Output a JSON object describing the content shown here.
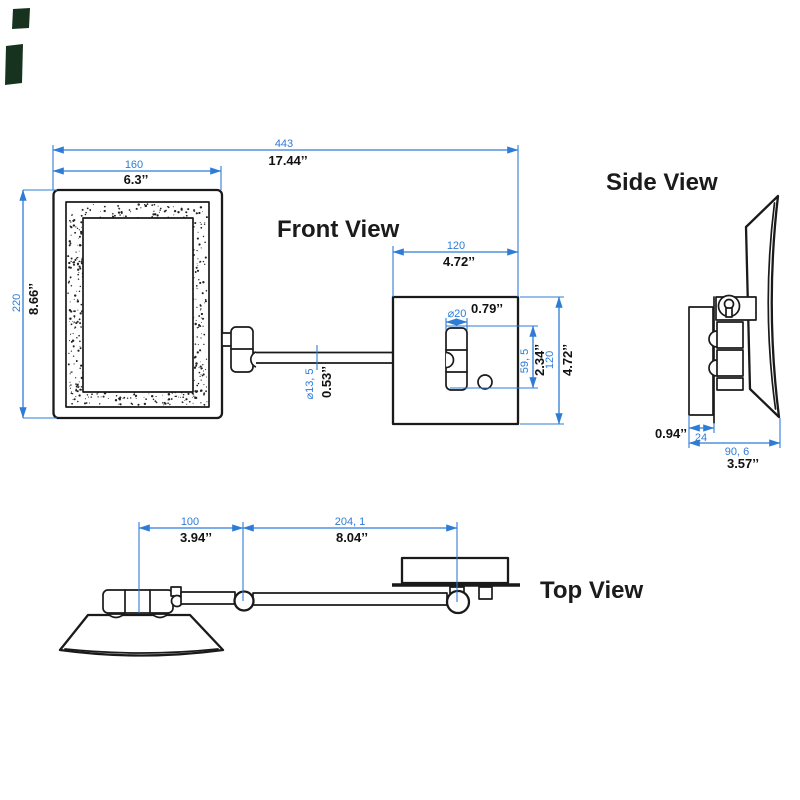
{
  "colors": {
    "dimension_blue": "#2e7cd6",
    "line_black": "#1a1a1a",
    "background": "#ffffff",
    "corner_mark_green": "#17331f"
  },
  "titles": {
    "front": "Front View",
    "side": "Side View",
    "top": "Top View"
  },
  "front_view": {
    "overall_width_mm": "443",
    "overall_width_in": "17.44’’",
    "mirror_width_mm": "160",
    "mirror_width_in": "6.3’’",
    "mirror_height_mm": "220",
    "mirror_height_in": "8.66’’",
    "plate_width_mm": "120",
    "plate_width_in": "4.72’’",
    "hinge_diameter_mm": "⌀20",
    "hinge_diameter_in": "0.79’’",
    "hinge_span_mm": "59, 5",
    "hinge_span_in": "2.34’’",
    "plate_height_mm": "120",
    "plate_height_in": "4.72’’",
    "arm_diameter_mm": "⌀13, 5",
    "arm_diameter_in": "0.53’’"
  },
  "side_view": {
    "plate_depth_mm": "24",
    "plate_depth_in": "0.94’’",
    "folded_depth_mm": "90, 6",
    "folded_depth_in": "3.57’’"
  },
  "top_view": {
    "inner_arm_mm": "100",
    "inner_arm_in": "3.94’’",
    "outer_arm_mm": "204, 1",
    "outer_arm_in": "8.04’’"
  }
}
